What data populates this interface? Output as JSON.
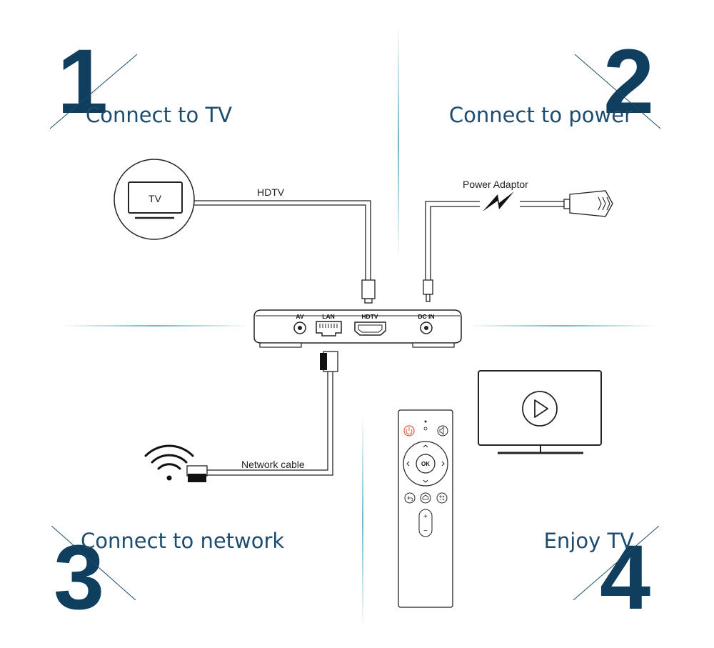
{
  "steps": [
    {
      "number": "1",
      "title": "Connect to TV"
    },
    {
      "number": "2",
      "title": "Connect to power"
    },
    {
      "number": "3",
      "title": "Connect to network"
    },
    {
      "number": "4",
      "title": "Enjoy TV"
    }
  ],
  "tv_icon_text": "TV",
  "cable_labels": {
    "hdtv": "HDTV",
    "power": "Power Adaptor",
    "network": "Network cable"
  },
  "ports": {
    "av": "AV",
    "lan": "LAN",
    "hdtv": "HDTV",
    "dc_in": "DC IN"
  },
  "remote": {
    "ok": "OK",
    "vol_up": "+",
    "vol_down": "−"
  },
  "colors": {
    "heading": "#1d4c6e",
    "numbers": "#0f3e5e",
    "divider": "#6fb6c9",
    "line": "#222222"
  }
}
